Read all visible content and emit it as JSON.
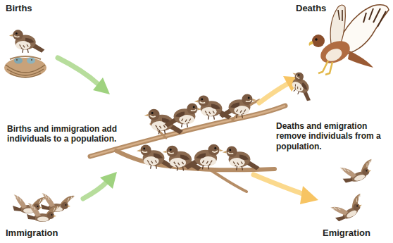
{
  "diagram": {
    "labels": [
      "Births",
      "Deaths",
      "Births and immigration add individuals to a population.",
      "Deaths and emigration remove individuals from a population.",
      "Immigration",
      "Emigration"
    ]
  }
}
